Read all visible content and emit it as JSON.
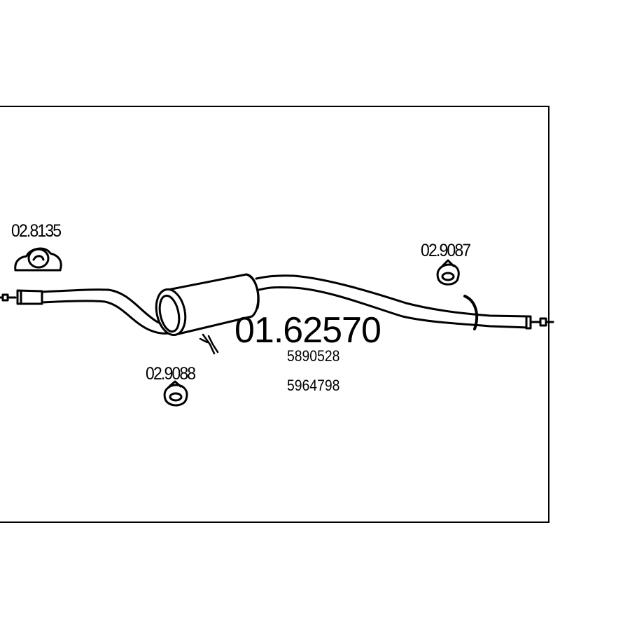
{
  "assembly": {
    "part_number": "01.62570",
    "oe_numbers": [
      "5890528",
      "5964798"
    ]
  },
  "components": [
    {
      "id": "clamp",
      "code": "02.8135",
      "icon": "exhaust-clamp-icon"
    },
    {
      "id": "rubber-mount-right",
      "code": "02.9087",
      "icon": "rubber-mount-icon"
    },
    {
      "id": "rubber-mount-left",
      "code": "02.9088",
      "icon": "rubber-mount-icon"
    }
  ]
}
